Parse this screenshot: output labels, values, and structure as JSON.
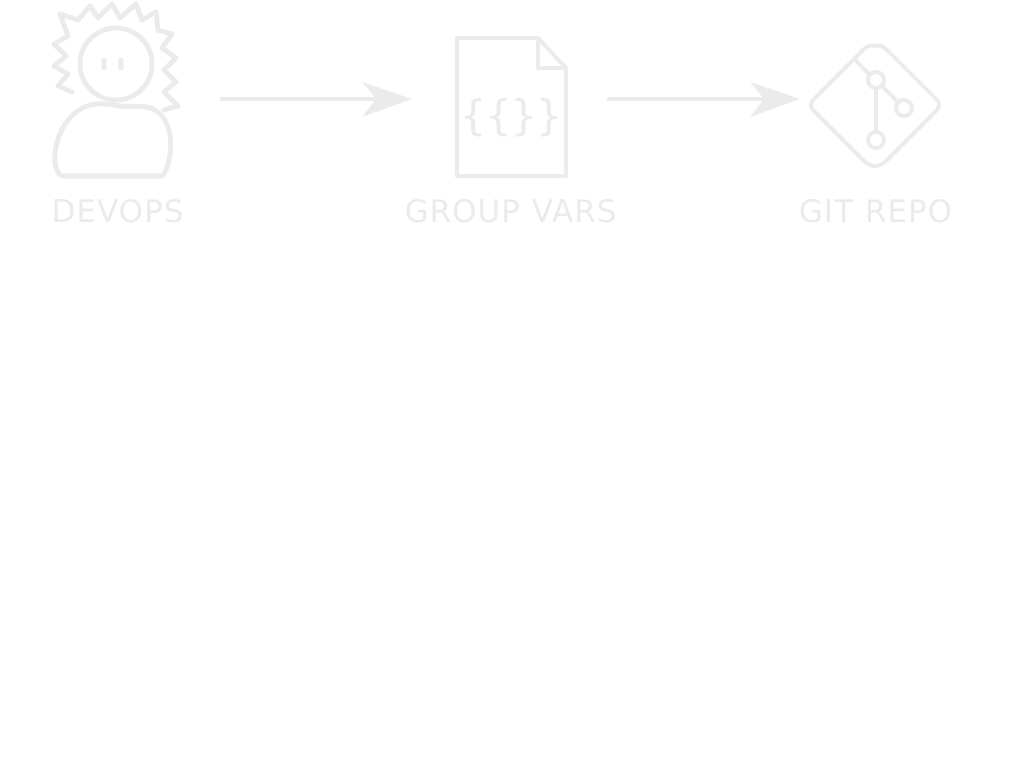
{
  "diagram": {
    "stroke_color": "#ebebeb",
    "nodes": [
      {
        "id": "devops",
        "label": "DEVOPS",
        "icon": "person-icon"
      },
      {
        "id": "group_vars",
        "label": "GROUP VARS",
        "icon": "json-file-icon"
      },
      {
        "id": "git_repo",
        "label": "GIT REPO",
        "icon": "git-icon"
      }
    ],
    "file_icon_glyph": "{{}}",
    "edges": [
      {
        "from": "devops",
        "to": "group_vars"
      },
      {
        "from": "group_vars",
        "to": "git_repo"
      }
    ]
  }
}
